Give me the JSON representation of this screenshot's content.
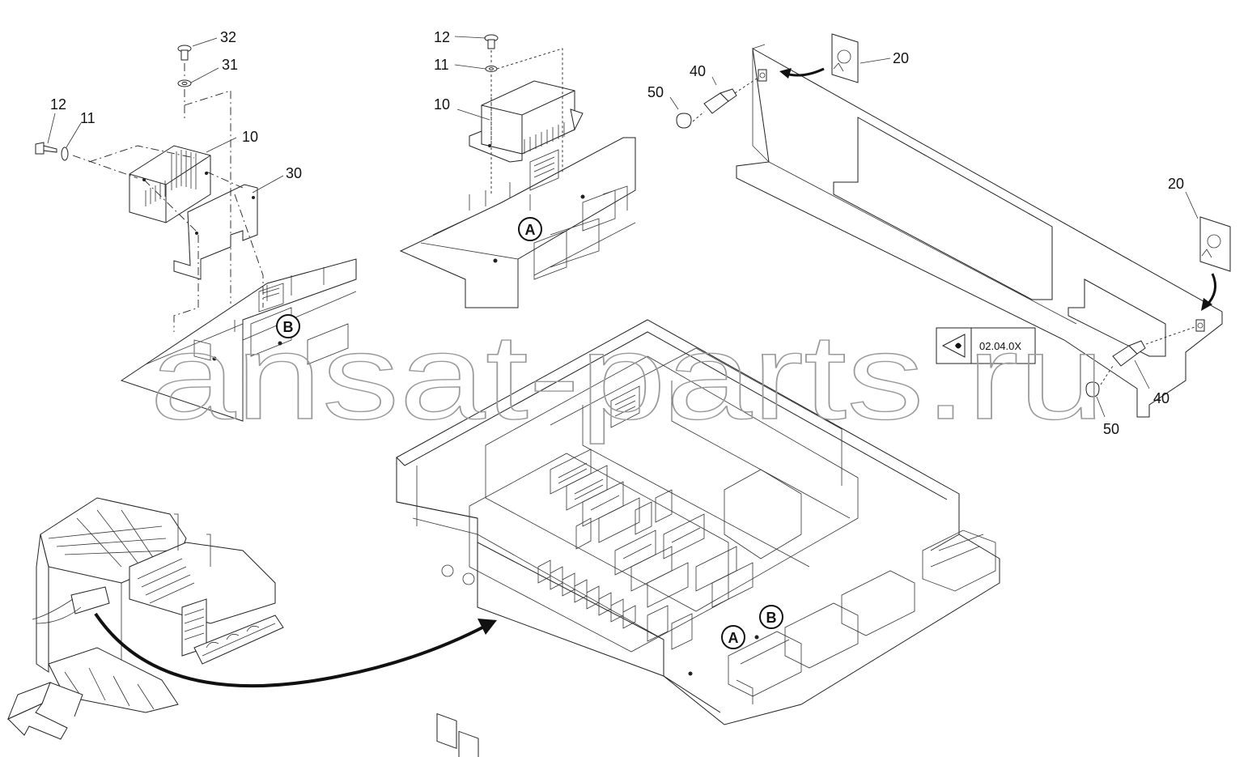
{
  "callouts": {
    "top_left": {
      "c32": "32",
      "c31": "31",
      "c12": "12",
      "c11": "11",
      "c10": "10",
      "c30": "30"
    },
    "top_middle": {
      "c12": "12",
      "c11": "11",
      "c10": "10"
    },
    "top_right": {
      "c50": "50",
      "c40": "40",
      "c20": "20"
    },
    "right": {
      "c20": "20",
      "c40": "40",
      "c50": "50"
    }
  },
  "detail_markers": {
    "a_top": "A",
    "b_left": "B",
    "a_main": "A",
    "b_main": "B"
  },
  "reference_box": {
    "code": "02.04.0X",
    "icon": "eye-view-icon"
  },
  "watermark": "ansat-parts.ru",
  "colors": {
    "line": "#222222",
    "watermark": "#9a9a9a"
  }
}
